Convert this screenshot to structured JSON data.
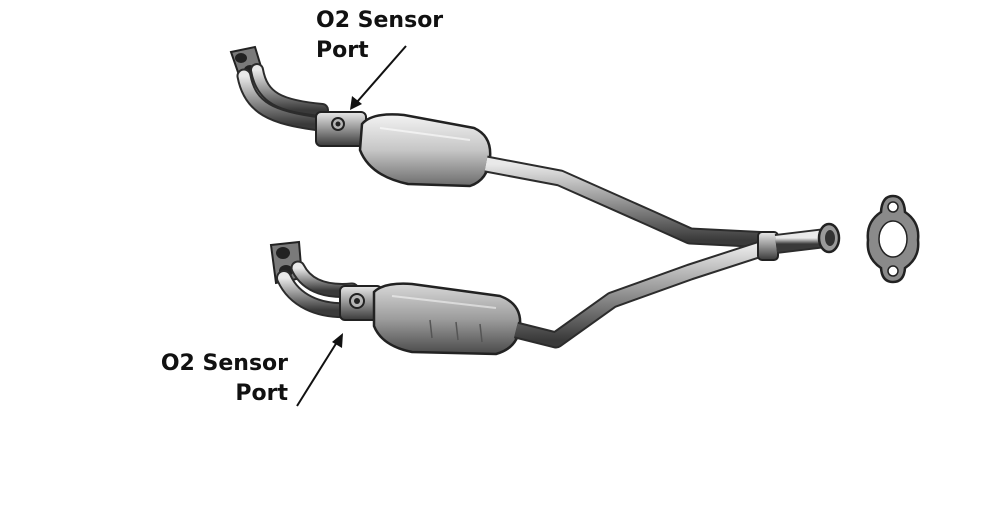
{
  "callouts": {
    "top": {
      "line1": "O2 Sensor",
      "line2": "Port"
    },
    "bottom": {
      "line1": "O2 Sensor",
      "line2": "Port"
    }
  },
  "colors": {
    "background": "#ffffff",
    "label_text": "#111111",
    "pipe_metal": "#8f8f8f",
    "pipe_shadow": "#3d3d3d",
    "converter_body": "#c8c8c8",
    "gasket": "#8a8a8a"
  }
}
